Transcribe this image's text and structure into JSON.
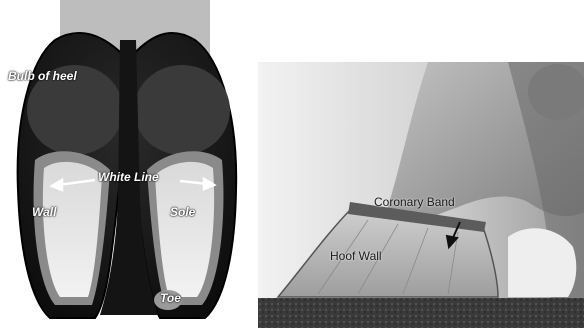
{
  "left_figure": {
    "labels": {
      "bulb": "Bulb of heel",
      "white_line": "White Line",
      "wall": "Wall",
      "sole": "Sole",
      "toe": "Toe"
    }
  },
  "right_figure": {
    "labels": {
      "coronary_band": "Coronary Band",
      "hoof_wall": "Hoof Wall"
    }
  },
  "colors": {
    "background": "#ffffff",
    "dark": "#1b1b1b",
    "mid": "#6e6e6e",
    "light": "#e6e6e6"
  }
}
